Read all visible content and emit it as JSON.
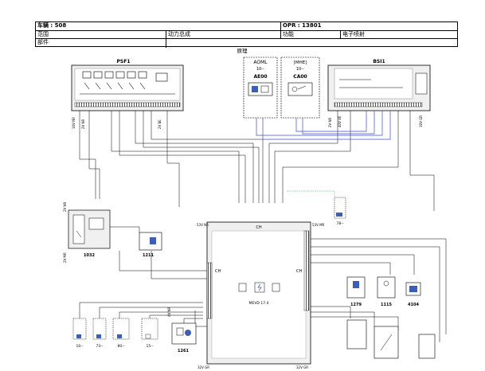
{
  "header": {
    "vehicle_label": "车辆 : 508",
    "opr_label": "OPR : 13801",
    "scope_label": "范围",
    "scope_value": "动力总成",
    "function_label": "功能",
    "function_value": "电子喷射",
    "part_label": "部件",
    "principle_label": "原理"
  },
  "modules": {
    "psf1": "PSF1",
    "bsi1": "BSI1",
    "aoml_title": "AOML",
    "aoml_sub": "10--",
    "aoml_id": "AE00",
    "block2_title": "[MHE]",
    "block2_sub": "10--",
    "block2_id": "CA00",
    "ecu_text": "MEVD 17.4",
    "ecu_ch_top": "CH",
    "ecu_ch_left": "CH",
    "ecu_ch_right": "CH",
    "c1032": "1032",
    "c1211": "1211",
    "c1261": "1261",
    "c1279": "1279",
    "c1115": "1115",
    "c4104": "4104",
    "c78": "78--",
    "c10": "10--",
    "c73": "73--",
    "c80": "80--",
    "c15": "15--"
  },
  "connectors": {
    "ecu_nr": "53V NR",
    "ecu_right": "53V MR",
    "ecu_bottom_left": "32V GR",
    "ecu_bottom_right": "32V GR",
    "psf1_a": "16V NR",
    "psf1_b": "2V NR",
    "psf1_c": "2V BE",
    "bsi1_a": "2V NR",
    "bsi1_b": "40V VE",
    "bsi1_c": "16V GR",
    "c1032_a": "2V NR",
    "c1032_b": "2V MR",
    "c1261_a": "4V NR"
  }
}
